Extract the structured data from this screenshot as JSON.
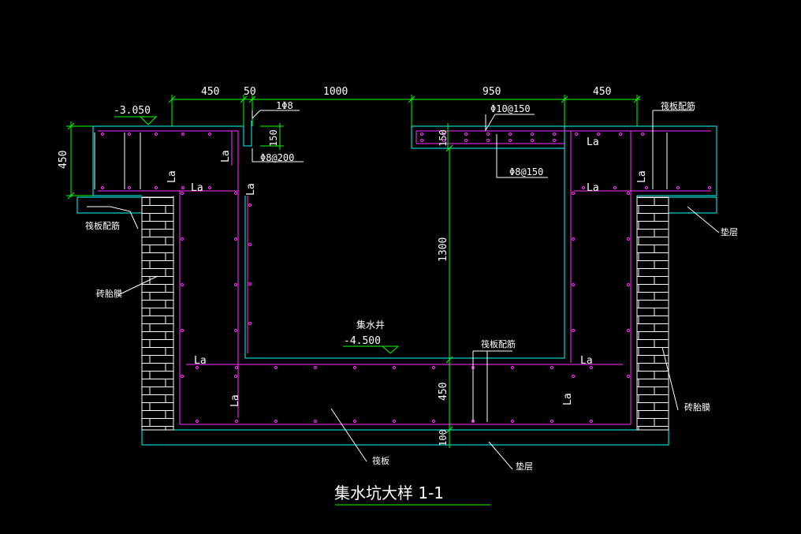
{
  "colors": {
    "background": "#000000",
    "concrete": "#00ffff",
    "rebar": "#ff33ff",
    "dimension": "#00ff00",
    "text": "#ffffff",
    "brick": "#ffffff"
  },
  "dimensions": {
    "d450_left": "450",
    "d50": "50",
    "d1000": "1000",
    "d950": "950",
    "d450_right": "450",
    "d450_vert": "450",
    "d150_a": "150",
    "d150_b": "150",
    "d1300": "1300",
    "d450_bottom": "450",
    "d100": "100"
  },
  "labels": {
    "level_top": "-3.050",
    "level_bottom": "-4.500",
    "sump_name": "集水井",
    "rebar_1phi8": "1Φ8",
    "rebar_phi8_200": "Φ8@200",
    "rebar_phi10_150": "Φ10@150",
    "rebar_phi8_150": "Φ8@150",
    "raft_rebar_tl": "筏板配筋",
    "raft_rebar_tr": "筏板配筋",
    "raft_rebar_mid": "筏板配筋",
    "cushion_right": "垫层",
    "cushion_bottom": "垫层",
    "brick_mold_left": "砖胎膜",
    "brick_mold_right": "砖胎膜",
    "raft": "筏板",
    "la": "La",
    "title": "集水坑大样 1-1"
  }
}
